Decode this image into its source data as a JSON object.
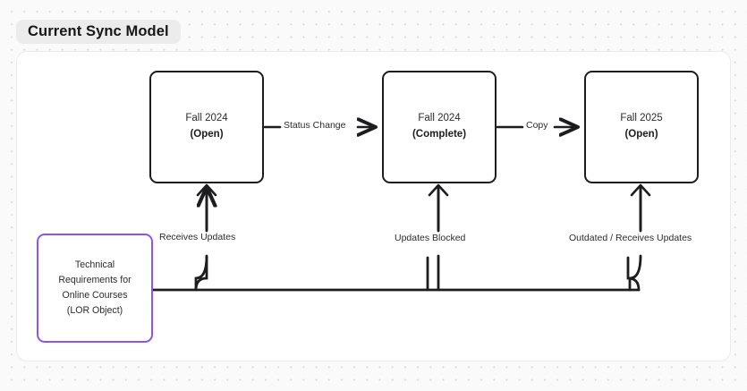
{
  "diagram": {
    "title": "Current Sync Model",
    "nodes": [
      {
        "id": "fall2024-open",
        "line1": "Fall 2024",
        "line2": "(Open)"
      },
      {
        "id": "fall2024-complete",
        "line1": "Fall 2024",
        "line2": "(Complete)"
      },
      {
        "id": "fall2025-open",
        "line1": "Fall 2025",
        "line2": "(Open)"
      }
    ],
    "source_node": {
      "id": "lor-object",
      "border_color": "#8b55f0",
      "lines": [
        "Technical",
        "Requirements for",
        "Online Courses",
        "(LOR Object)"
      ]
    },
    "edge_labels": {
      "status_change": "Status Change",
      "copy": "Copy",
      "receives_updates": "Receives Updates",
      "updates_blocked": "Updates Blocked",
      "outdated_receives_updates": "Outdated / Receives Updates"
    },
    "colors": {
      "node_border": "#1d1d1f",
      "source_border": "#8b55f0",
      "canvas_bg": "#fafafa",
      "card_bg": "#ffffff",
      "chip_bg": "#ececec",
      "wire": "#1d1d1f"
    }
  }
}
